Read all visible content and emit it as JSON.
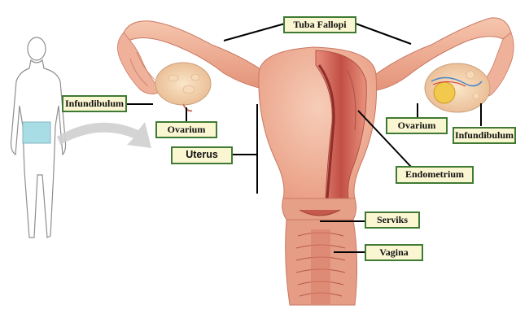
{
  "labels": {
    "tuba_fallopi": "Tuba Fallopi",
    "infundibulum_left": "Infundibulum",
    "ovarium_left": "Ovarium",
    "uterus": "Uterus",
    "ovarium_right": "Ovarium",
    "infundibulum_right": "Infundibulum",
    "endometrium": "Endometrium",
    "serviks": "Serviks",
    "vagina": "Vagina"
  },
  "colors": {
    "label_fill": "#fbf6d2",
    "label_border": "#3f7a34",
    "tissue": "#f2b49a",
    "tissue_dark": "#d9826c",
    "muscle": "#c95a4e",
    "ovary": "#f3d7b0",
    "silhouette_outline": "#8a8a8a",
    "highlight_box": "#a9dde6",
    "arrow": "#cfcfcf"
  }
}
